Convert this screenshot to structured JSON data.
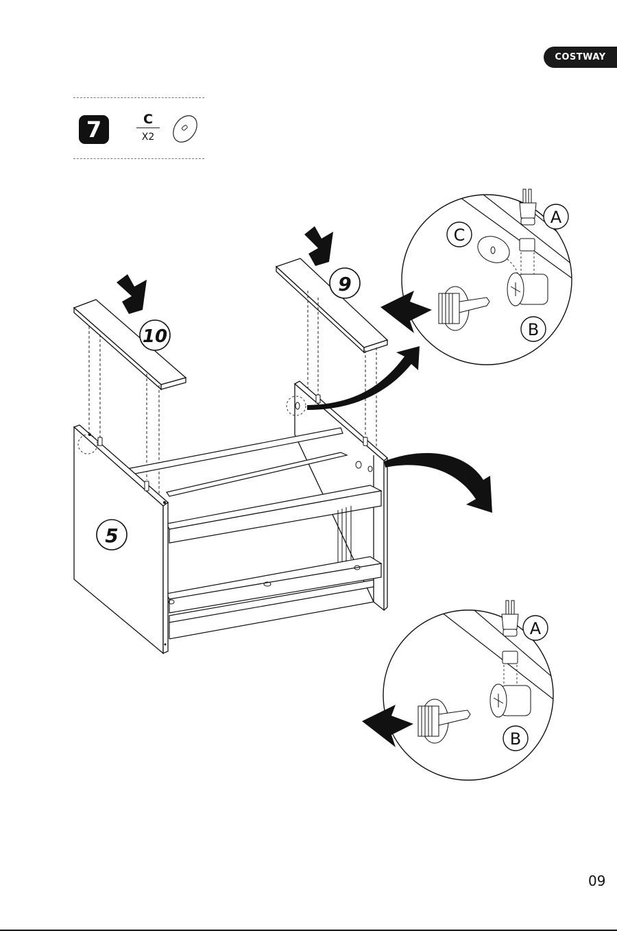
{
  "brand": {
    "logo_text": "COSTWAY",
    "bg_color": "#1a1a1a"
  },
  "step": {
    "number": "7",
    "part_letter": "C",
    "part_quantity": "X2",
    "part_icon": "cam-dowel-icon"
  },
  "labels": {
    "panel_10": "10",
    "panel_9": "9",
    "panel_5": "5"
  },
  "detail_top": {
    "callout_a": "A",
    "callout_b": "B",
    "callout_c": "C"
  },
  "detail_bottom": {
    "callout_a": "A",
    "callout_b": "B"
  },
  "page": {
    "number": "09"
  }
}
